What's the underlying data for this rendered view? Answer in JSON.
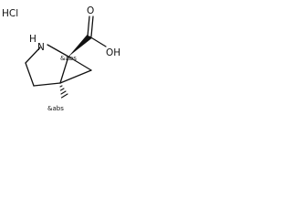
{
  "molecule": {
    "salt": "HCl",
    "amine": "H",
    "amine_atom": "N",
    "acid_carbonyl_oxygen": "O",
    "acid_hydroxyl": "OH",
    "stereo_upper": "&abs",
    "stereo_lower": "&abs"
  },
  "colors": {
    "ink": "#111111",
    "background": "#ffffff"
  }
}
